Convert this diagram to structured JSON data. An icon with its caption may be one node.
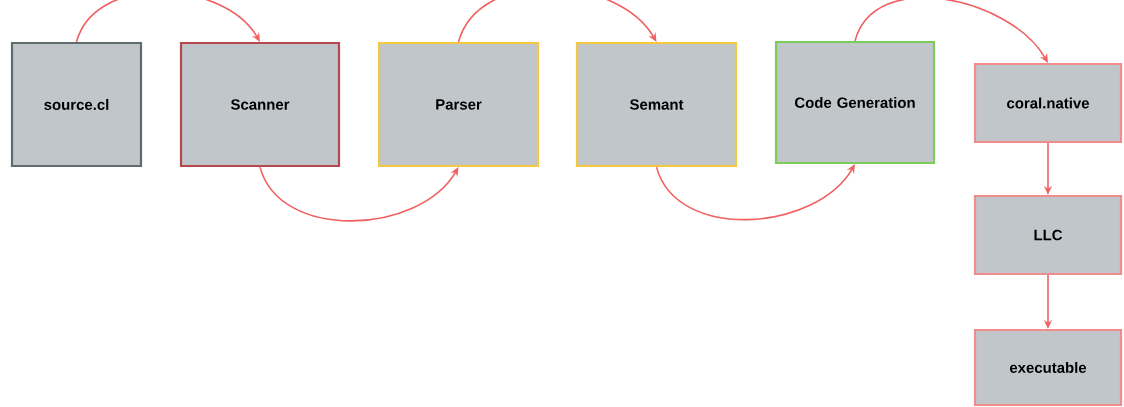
{
  "diagram": {
    "nodes": [
      {
        "text": [
          "source.cl"
        ]
      },
      {
        "text": [
          "Scanner"
        ]
      },
      {
        "text": [
          "Parser"
        ]
      },
      {
        "text": [
          "Semant"
        ]
      },
      {
        "text": [
          "Code Generation"
        ]
      },
      {
        "text": [
          "coral.native"
        ]
      },
      {
        "text": [
          "LLC"
        ]
      },
      {
        "text": [
          "executable"
        ]
      }
    ],
    "edges": [
      {
        "from": 0,
        "to": 1,
        "arrow": "to"
      },
      {
        "from": 1,
        "to": 2,
        "arrow": "to"
      },
      {
        "from": 2,
        "to": 3,
        "arrow": "to"
      },
      {
        "from": 3,
        "to": 4,
        "arrow": "to"
      },
      {
        "from": 4,
        "to": 5,
        "arrow": "to"
      },
      {
        "from": 5,
        "to": 6,
        "arrow": "to"
      },
      {
        "from": 6,
        "to": 7,
        "arrow": "to"
      }
    ]
  }
}
